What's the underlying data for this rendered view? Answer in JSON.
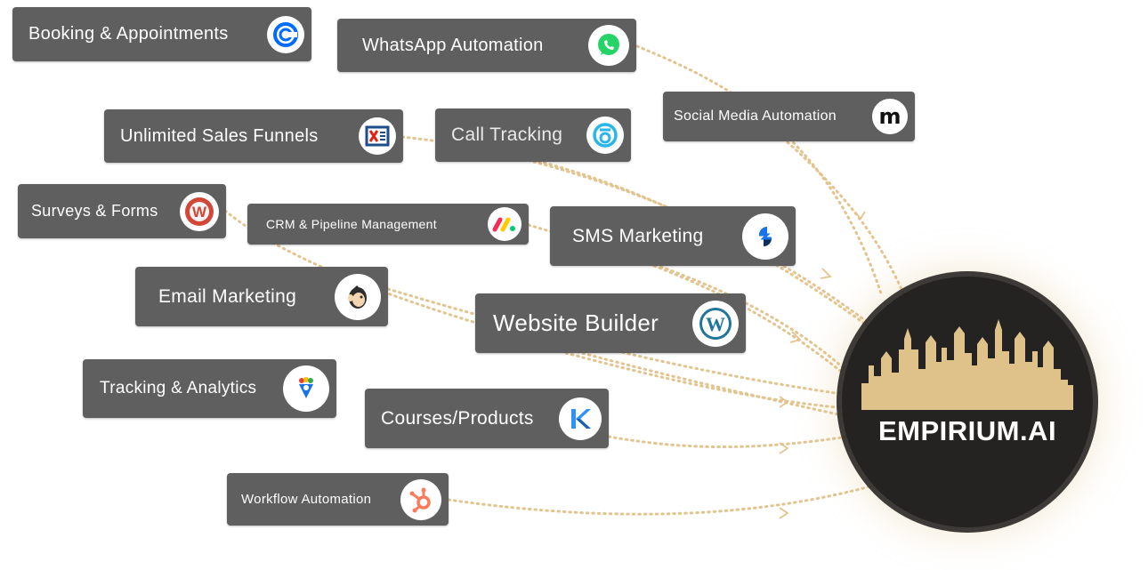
{
  "hub": {
    "brand": "EMPIRIUM.AI"
  },
  "colors": {
    "chip": "#5f5f5f",
    "connector": "#e3c48f",
    "hub": "#252321",
    "skyline": "#dfc28a"
  },
  "features": [
    {
      "id": "booking",
      "label": "Booking & Appointments",
      "icon": "calendly-icon"
    },
    {
      "id": "whatsapp",
      "label": "WhatsApp Automation",
      "icon": "whatsapp-icon"
    },
    {
      "id": "social",
      "label": "Social Media Automation",
      "icon": "meta-m-icon"
    },
    {
      "id": "funnels",
      "label": "Unlimited Sales Funnels",
      "icon": "clickfunnels-icon"
    },
    {
      "id": "calltracking",
      "label": "Call Tracking",
      "icon": "call-tracking-icon"
    },
    {
      "id": "surveys",
      "label": "Surveys & Forms",
      "icon": "wufoo-icon"
    },
    {
      "id": "crm",
      "label": "CRM & Pipeline Management",
      "icon": "monday-icon"
    },
    {
      "id": "sms",
      "label": "SMS Marketing",
      "icon": "sms-brand-icon"
    },
    {
      "id": "email",
      "label": "Email Marketing",
      "icon": "mailchimp-icon"
    },
    {
      "id": "website",
      "label": "Website Builder",
      "icon": "wordpress-icon"
    },
    {
      "id": "tracking",
      "label": "Tracking & Analytics",
      "icon": "analytics-icon"
    },
    {
      "id": "courses",
      "label": "Courses/Products",
      "icon": "kajabi-icon"
    },
    {
      "id": "workflow",
      "label": "Workflow Automation",
      "icon": "hubspot-icon"
    }
  ]
}
